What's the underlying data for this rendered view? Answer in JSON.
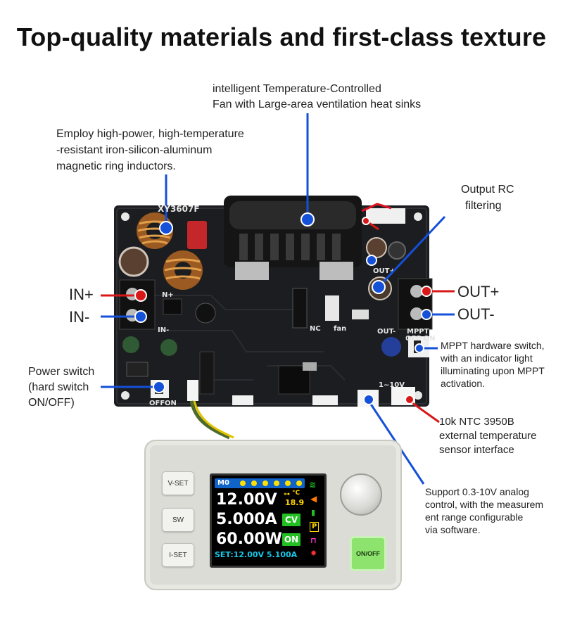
{
  "title": "Top-quality materials and first-class texture",
  "board_marking": "XY3607F",
  "callouts": {
    "fan_line1": "intelligent Temperature-Controlled",
    "fan_line2": "Fan with Large-area ventilation heat sinks",
    "inductor_line1": "Employ high-power, high-temperature",
    "inductor_line2": "-resistant iron-silicon-aluminum",
    "inductor_line3": "magnetic ring inductors.",
    "rc_line1": "Output RC",
    "rc_line2": "filtering",
    "in_plus": "IN+",
    "in_minus": "IN-",
    "out_plus": "OUT+",
    "out_minus": "OUT-",
    "power_line1": "Power switch",
    "power_line2": "(hard switch",
    "power_line3": "ON/OFF)",
    "mppt_line1": "MPPT hardware switch,",
    "mppt_line2": "with an indicator light",
    "mppt_line3": "illuminating upon MPPT",
    "mppt_line4": "activation.",
    "ntc_line1": "10k NTC 3950B",
    "ntc_line2": "external temperature",
    "ntc_line3": "sensor interface",
    "analog_line1": "Support 0.3-10V analog",
    "analog_line2": "control, with the measurem",
    "analog_line3": "ent range configurable",
    "analog_line4": "via software."
  },
  "controller": {
    "btn_vset": "V-SET",
    "btn_sw": "SW",
    "btn_iset": "I-SET",
    "btn_onoff": "ON/OFF",
    "memory": "M0",
    "voltage": "12.00V",
    "current": "5.000A",
    "power": "60.00W",
    "temp": "18.9",
    "temp_unit": "°C",
    "mode": "CV",
    "state": "ON",
    "protect": "P",
    "setpoint": "SET:12.00V 5.100A"
  },
  "colors": {
    "pcb": "#1c1d20",
    "pointer_blue": "#1450d8",
    "pointer_red": "#d81818",
    "lcd_cyan": "#16c8e8",
    "lcd_green": "#22c022"
  }
}
